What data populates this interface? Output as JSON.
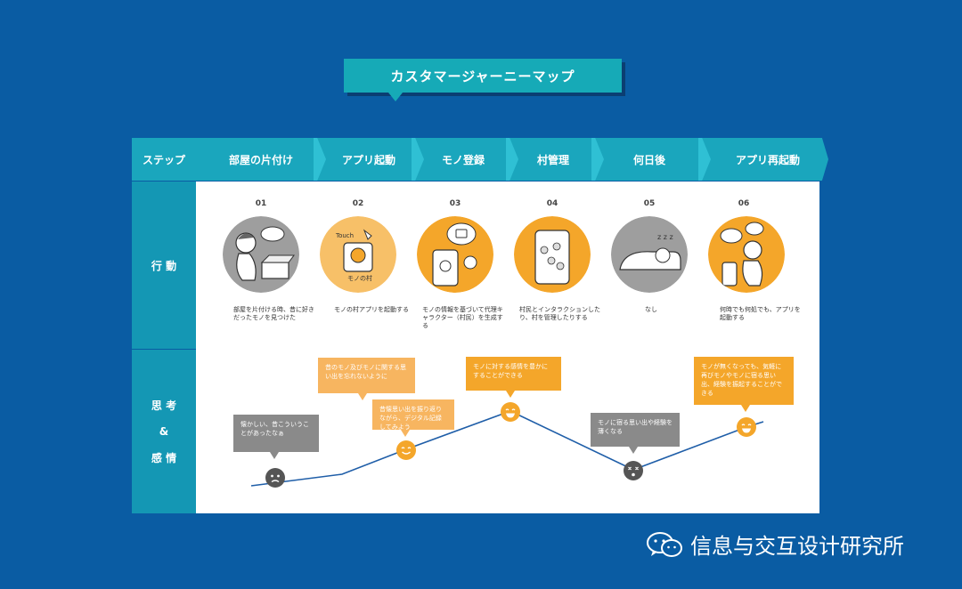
{
  "title": "カスタマージャーニーマップ",
  "rows": {
    "step": "ステップ",
    "action": "行 動",
    "thought_1": "思 考",
    "thought_2": "&",
    "thought_3": "感 情"
  },
  "steps": [
    {
      "label": "部屋の片付け"
    },
    {
      "label": "アプリ起動"
    },
    {
      "label": "モノ登録"
    },
    {
      "label": "村管理"
    },
    {
      "label": "何日後"
    },
    {
      "label": "アプリ再起動"
    }
  ],
  "actions": [
    {
      "num": "01",
      "desc": "部屋を片付ける時、昔に好きだったモノを見つけた",
      "color": "#9e9e9e"
    },
    {
      "num": "02",
      "desc": "モノの村アプリを起動する",
      "color": "#f7c068"
    },
    {
      "num": "03",
      "desc": "モノの情報を基づいて代理キャラクター（村民）を生成する",
      "color": "#f4a62a"
    },
    {
      "num": "04",
      "desc": "村民とインタラクションしたり、村を管理したりする",
      "color": "#f4a62a"
    },
    {
      "num": "05",
      "desc": "なし",
      "color": "#9e9e9e"
    },
    {
      "num": "06",
      "desc": "何時でも何処でも、アプリを起動する",
      "color": "#f4a62a"
    }
  ],
  "bubbles": [
    {
      "text": "懐かしい、昔こういうことがあったなぁ",
      "color": "#8a8a8a"
    },
    {
      "text": "昔のモノ及びモノに関する思い出を忘れないように",
      "color": "#f7b560"
    },
    {
      "text": "昔懐思い出を振り返りながら、デジタル記録してみよう",
      "color": "#f7b560"
    },
    {
      "text": "モノに対する感情を豊かにすることができる",
      "color": "#f4a62a"
    },
    {
      "text": "モノに宿る思い出や経験を薄くなる",
      "color": "#8a8a8a"
    },
    {
      "text": "モノが無くなっても、気軽に再びモノやモノに宿る思い出、経験を振起することができる",
      "color": "#f4a62a"
    }
  ],
  "emotions": [
    {
      "mood": "sad-face-icon",
      "color": "#555555"
    },
    {
      "mood": "smile-face-icon",
      "color": "#f4a62a"
    },
    {
      "mood": "happy-face-icon",
      "color": "#f4a62a"
    },
    {
      "mood": "dead-face-icon",
      "color": "#555555"
    },
    {
      "mood": "happy-face-icon",
      "color": "#f4a62a"
    }
  ],
  "watermark": "信息与交互设计研究所"
}
